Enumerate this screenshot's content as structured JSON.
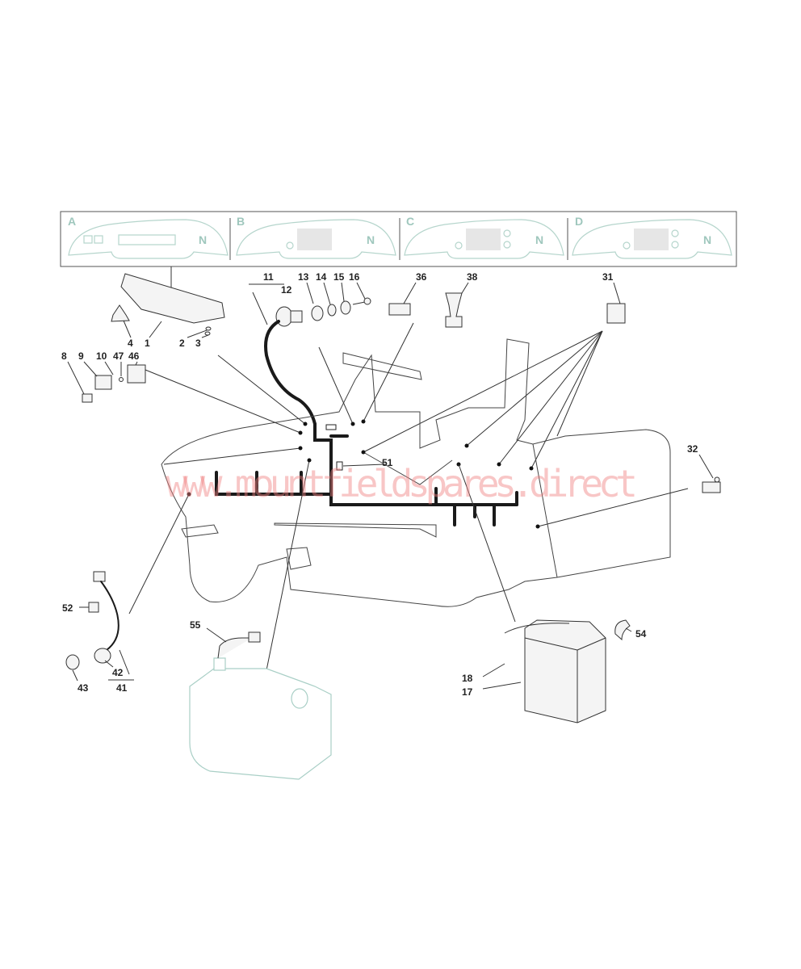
{
  "variants": {
    "labels": [
      "A",
      "B",
      "C",
      "D"
    ],
    "indicator_text": "N"
  },
  "part_labels": {
    "p1": "1",
    "p2": "2",
    "p3": "3",
    "p4": "4",
    "p8": "8",
    "p9": "9",
    "p10": "10",
    "p11": "11",
    "p12": "12",
    "p13": "13",
    "p14": "14",
    "p15": "15",
    "p16": "16",
    "p17": "17",
    "p18": "18",
    "p31": "31",
    "p32": "32",
    "p36": "36",
    "p38": "38",
    "p41": "41",
    "p42": "42",
    "p43": "43",
    "p46": "46",
    "p47": "47",
    "p51": "51",
    "p52": "52",
    "p54": "54",
    "p55": "55"
  },
  "watermark": "www.mountfieldspares.direct",
  "colors": {
    "watermark": "#f08080",
    "variant_outline": "#a9cfc6"
  }
}
